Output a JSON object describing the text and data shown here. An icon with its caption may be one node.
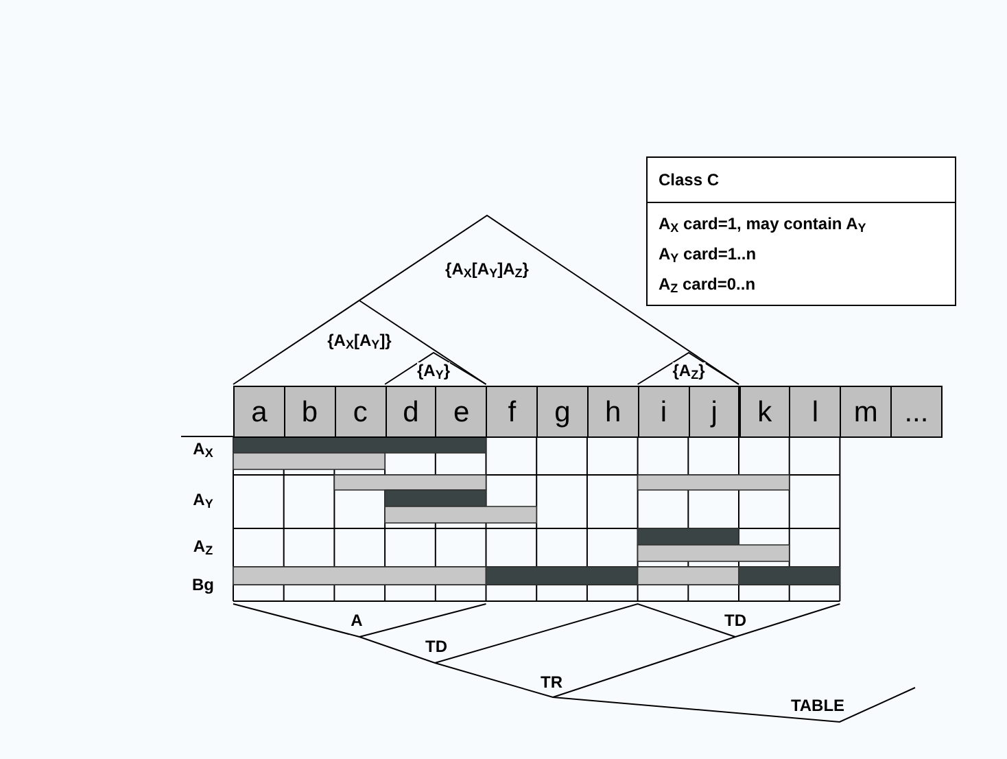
{
  "diagram": {
    "nodes": [
      {
        "text": [
          "Class C",
          "A$_{X}$ card=1, may contain A$_{Y}$",
          "A$_{Y}$ card=1..n",
          "A$_{Z}$ card=0..n"
        ]
      },
      {
        "text": [
          "a"
        ]
      },
      {
        "text": [
          "b"
        ]
      },
      {
        "text": [
          "c"
        ]
      },
      {
        "text": [
          "d"
        ]
      },
      {
        "text": [
          "e"
        ]
      },
      {
        "text": [
          "f"
        ]
      },
      {
        "text": [
          "g"
        ]
      },
      {
        "text": [
          "h"
        ]
      },
      {
        "text": [
          "i"
        ]
      },
      {
        "text": [
          "j"
        ]
      },
      {
        "text": [
          "k"
        ]
      },
      {
        "text": [
          "l"
        ]
      },
      {
        "text": [
          "m"
        ]
      },
      {
        "text": [
          "..."
        ]
      }
    ],
    "labels": [
      "{A$_{X}$[A$_{Y}$]A$_{Z}$}",
      "{A$_{X}$[A$_{Y}$]}",
      "{A$_{Y}$}",
      "{A$_{Z}$}",
      "A$_{X}$",
      "A$_{Y}$",
      "A$_{Z}$",
      "Bg",
      "A",
      "TD",
      "TD",
      "TR",
      "TABLE"
    ]
  }
}
